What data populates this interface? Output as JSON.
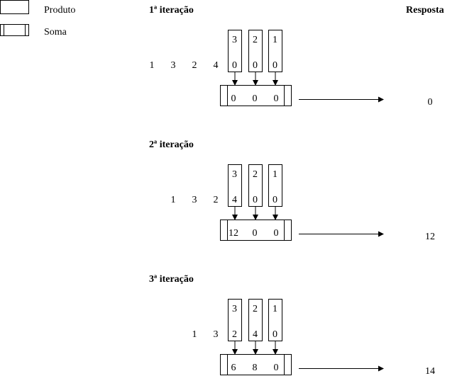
{
  "legend": {
    "product_label": "Produto",
    "sum_label": "Soma"
  },
  "response_header": "Resposta",
  "iterations": [
    {
      "title": "1ª iteração",
      "input": [
        "1",
        "3",
        "2",
        "4"
      ],
      "multiplier_top": [
        "3",
        "2",
        "1"
      ],
      "multiplier_bottom": [
        "0",
        "0",
        "0"
      ],
      "sum_cells": [
        "0",
        "0",
        "0"
      ],
      "response": "0"
    },
    {
      "title": "2ª iteração",
      "input": [
        "1",
        "3",
        "2"
      ],
      "multiplier_top": [
        "3",
        "2",
        "1"
      ],
      "multiplier_bottom": [
        "4",
        "0",
        "0"
      ],
      "sum_cells": [
        "12",
        "0",
        "0"
      ],
      "response": "12"
    },
    {
      "title": "3ª iteração",
      "input": [
        "1",
        "3"
      ],
      "multiplier_top": [
        "3",
        "2",
        "1"
      ],
      "multiplier_bottom": [
        "2",
        "4",
        "0"
      ],
      "sum_cells": [
        "6",
        "8",
        "0"
      ],
      "response": "14"
    }
  ]
}
